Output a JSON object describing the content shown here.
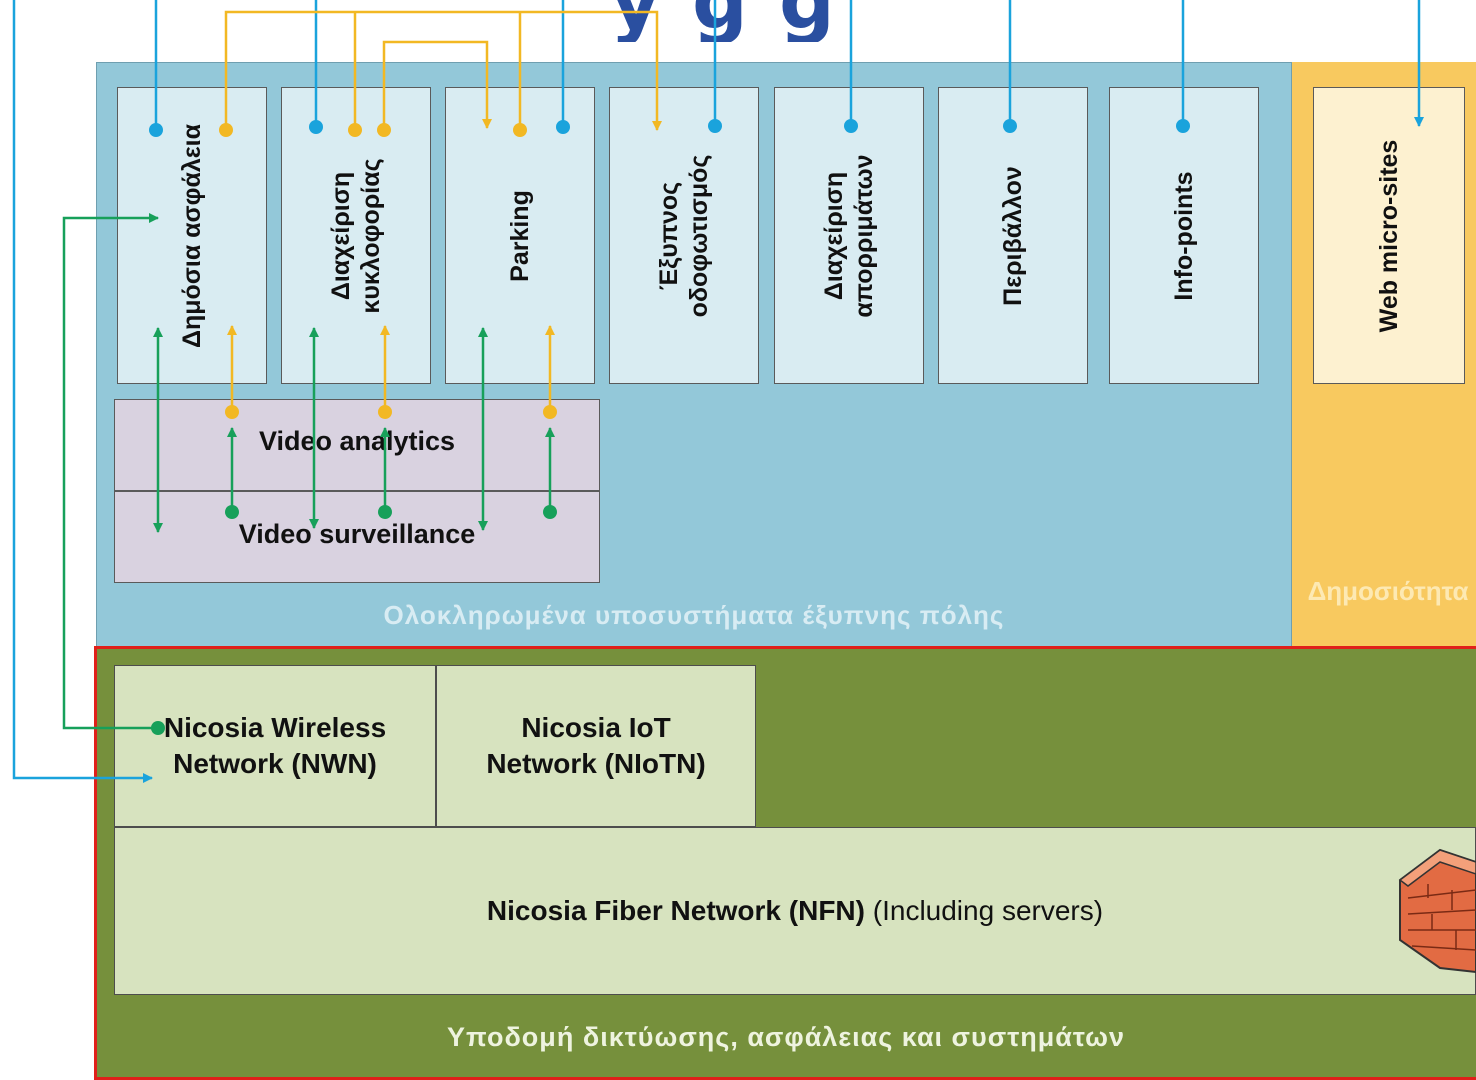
{
  "title_fragment": "y g g",
  "subsystems": [
    {
      "id": "public-safety",
      "label": "Δημόσια ασφάλεια"
    },
    {
      "id": "traffic-management",
      "label": "Διαχείριση κυκλοφορίας"
    },
    {
      "id": "parking",
      "label": "Parking"
    },
    {
      "id": "smart-lighting",
      "label": "Έξυπνος οδοφωτισμός"
    },
    {
      "id": "waste-management",
      "label": "Διαχείριση απορριμάτων"
    },
    {
      "id": "environment",
      "label": "Περιβάλλον"
    },
    {
      "id": "info-points",
      "label": "Info-points"
    }
  ],
  "publicity": {
    "box_label": "Web micro-sites",
    "caption": "Δημοσιότητα"
  },
  "video": {
    "analytics": "Video analytics",
    "surveillance": "Video surveillance"
  },
  "subsystems_caption": "Ολοκληρωμένα υποσυστήματα έξυπνης πόλης",
  "infrastructure": {
    "nwn": "Nicosia Wireless Network (NWN)",
    "niotn": "Nicosia IoT Network (NIoTN)",
    "nfn_bold": "Nicosia Fiber Network (NFN)",
    "nfn_rest": " (Including servers)",
    "caption": "Υποδομή δικτύωσης, ασφάλειας και συστημάτων"
  },
  "colors": {
    "subsystems_panel": "#93c8d9",
    "publicity_panel": "#f8c95f",
    "infra_panel": "#76903c",
    "infra_border": "#e0201a",
    "blue_link": "#1aa3dc",
    "orange_link": "#f2b823",
    "green_link": "#17a05a",
    "title": "#2a4fa0"
  },
  "icons": {
    "firewall": "firewall-icon"
  }
}
